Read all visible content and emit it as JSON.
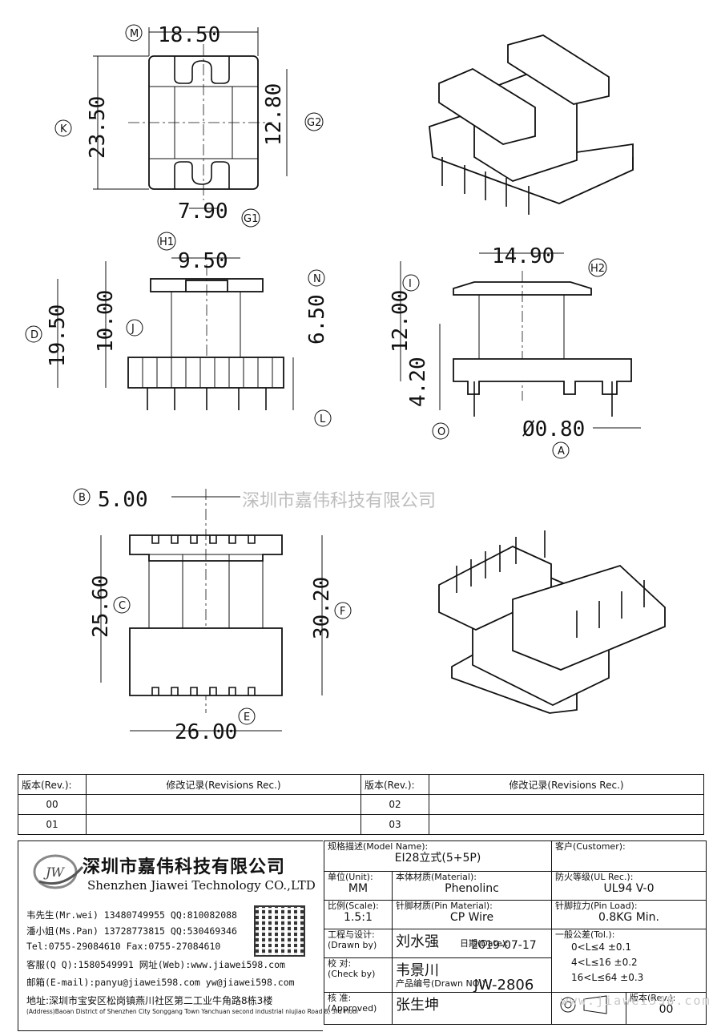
{
  "dimensions": {
    "top_width": "18.50",
    "top_height": "23.50",
    "top_inner": "12.80",
    "top_slot": "7.90",
    "side_width": "9.50",
    "side_height": "19.50",
    "side_inner": "10.00",
    "side_pin": "6.50",
    "front_width": "14.90",
    "front_height": "12.00",
    "front_base": "4.20",
    "pin_dia": "Ø0.80",
    "bottom_pitch": "5.00",
    "bottom_inner": "25.60",
    "bottom_height": "30.20",
    "bottom_width": "26.00"
  },
  "callouts": [
    "M",
    "K",
    "G2",
    "G1",
    "H1",
    "D",
    "J",
    "N",
    "L",
    "I",
    "H2",
    "O",
    "A",
    "B",
    "C",
    "F",
    "E"
  ],
  "watermark": "深圳市嘉伟科技有限公司",
  "revisions": {
    "h_rev": "版本(Rev.):",
    "h_rec": "修改记录(Revisions Rec.)",
    "rows": [
      [
        "00",
        "",
        "02",
        ""
      ],
      [
        "01",
        "",
        "03",
        ""
      ]
    ]
  },
  "company": {
    "name_cn": "深圳市嘉伟科技有限公司",
    "name_en": "Shenzhen Jiawei Technology CO.,LTD",
    "logo_text": "JW",
    "contacts": [
      "韦先生(Mr.wei) 13480749955 QQ:810082088",
      "潘小姐(Ms.Pan) 13728773815 QQ:530469346",
      "Tel:0755-29084610     Fax:0755-27084610",
      "客服(Q Q):1580549991   网址(Web):www.jiawei598.com",
      "邮箱(E-mail):panyu@jiawei598.com  yw@jiawei598.com"
    ],
    "address": "地址:深圳市宝安区松岗镇燕川社区第二工业牛角路8栋3楼",
    "address_en": "(Address)Baoan District of Shenzhen City Songgang Town Yanchuan  second industrial niujiao Road 8, 3rd Floor"
  },
  "title_block": {
    "model_key": "规格描述(Model Name):",
    "model_val": "EI28立式(5+5P)",
    "customer_key": "客户(Customer):",
    "customer_val": "",
    "unit_key": "单位(Unit):",
    "unit_val": "MM",
    "material_key": "本体材质(Material):",
    "material_val": "Phenolinc",
    "ul_key": "防火等级(UL Rec.):",
    "ul_val": "UL94 V-0",
    "scale_key": "比例(Scale):",
    "scale_val": "1.5:1",
    "pin_key": "针脚材质(Pin Material):",
    "pin_val": "CP Wire",
    "load_key": "针脚拉力(Pin Load):",
    "load_val": "0.8KG Min.",
    "drawn_key": "工程与设计:",
    "drawn_sub": "(Drawn by)",
    "drawn_val": "刘水强",
    "date_key": "日期(Date):",
    "date_val": "2019-07-17",
    "tol_key": "一般公差(Tol.):",
    "tol": [
      "0<L≤4    ±0.1",
      "4<L≤16   ±0.2",
      "16<L≤64  ±0.3"
    ],
    "check_key": "校  对:",
    "check_sub": "(Check by)",
    "check_val": "韦景川",
    "drawno_key": "产品编号(Drawn NO.):",
    "drawno_val": "JW-2806",
    "appr_key": "核  准:",
    "appr_sub": "(Approved)",
    "appr_val": "张生坤",
    "rev_key": "版本(Rev.):",
    "rev_val": "00",
    "web_watermark": "www.jiawei598.com"
  }
}
